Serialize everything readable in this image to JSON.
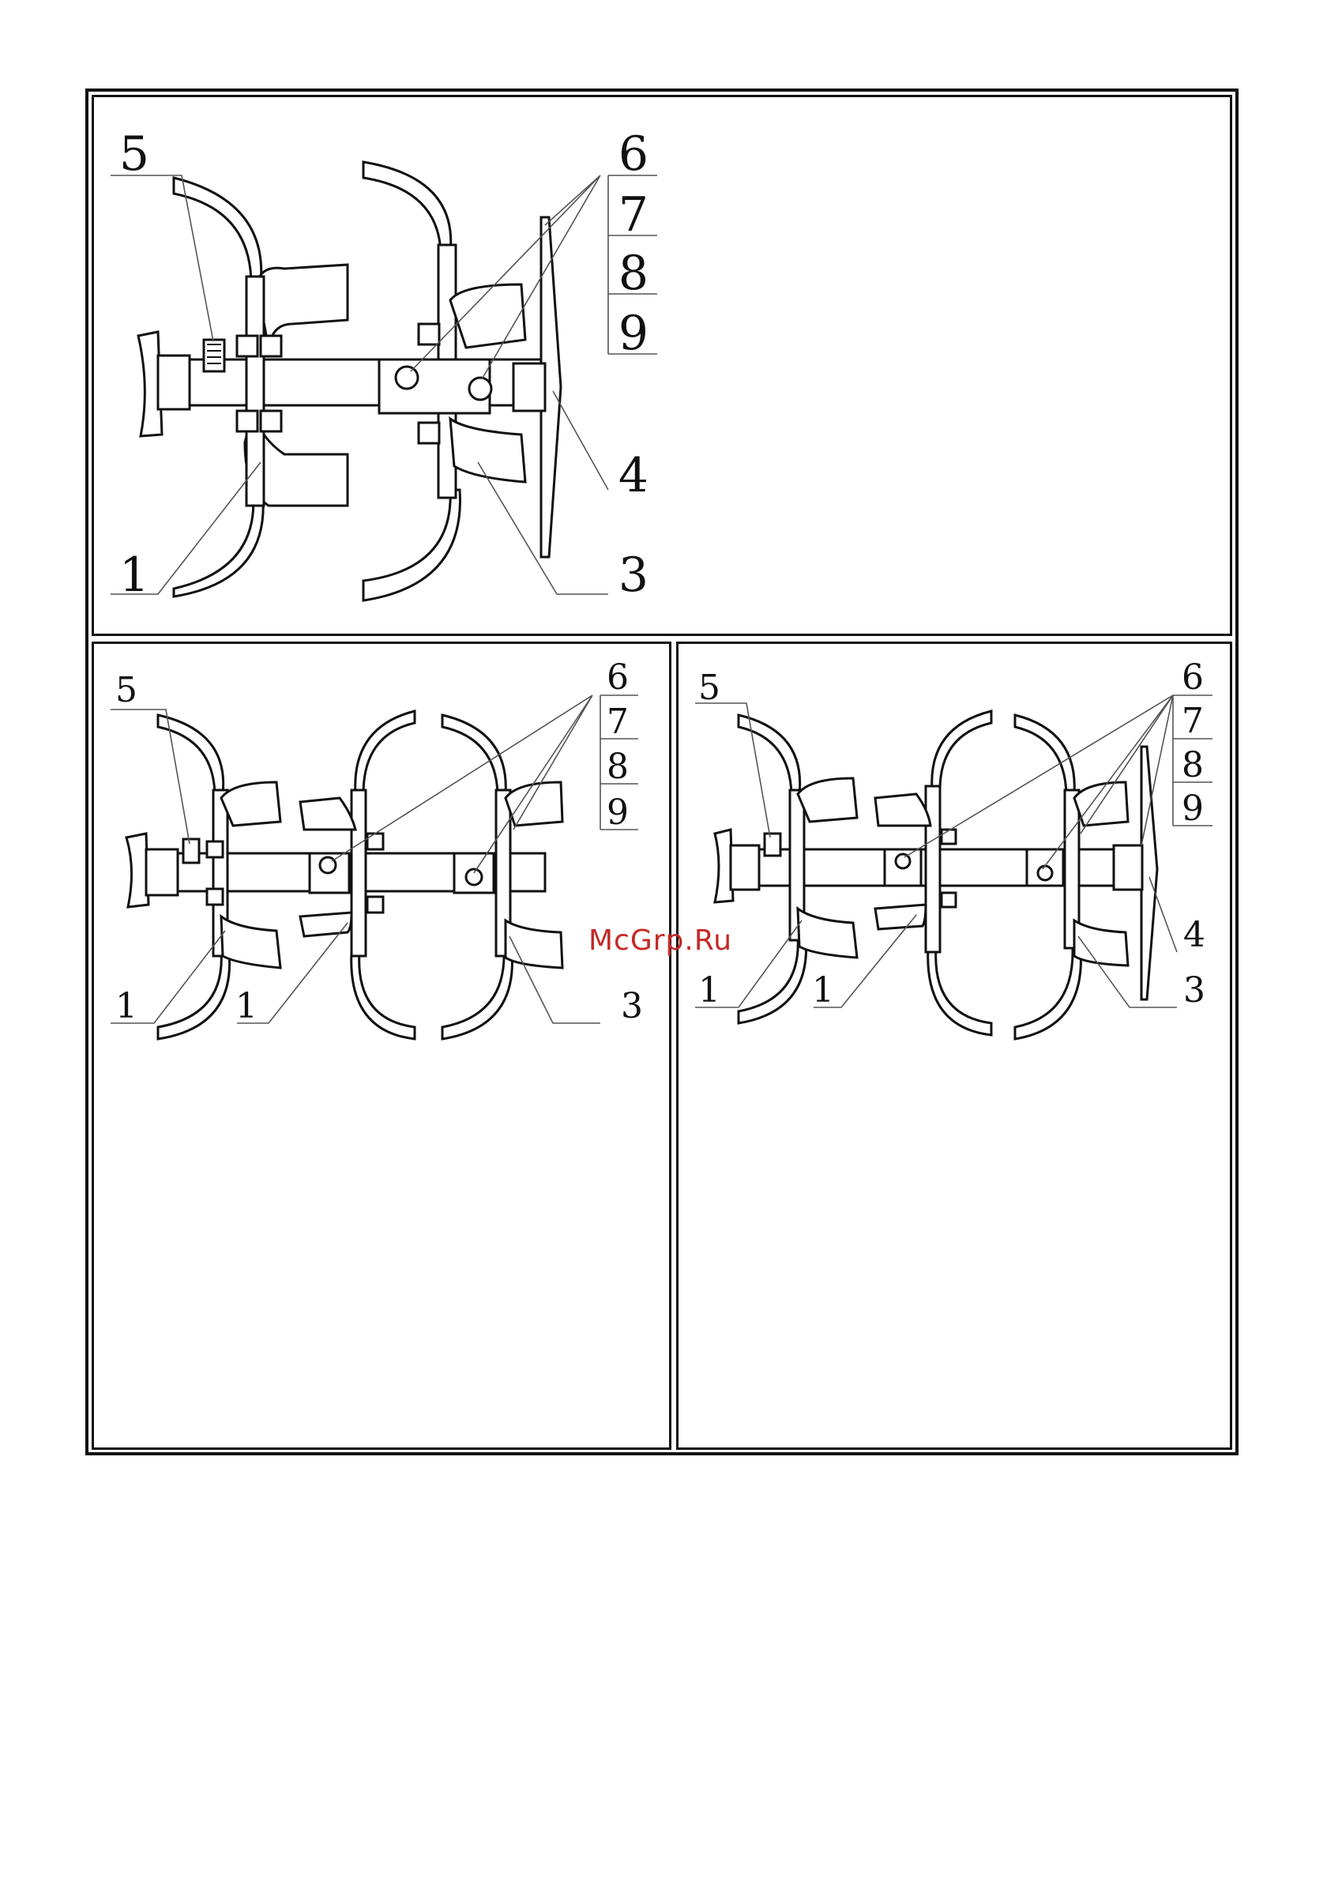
{
  "diagrams": {
    "top": {
      "callouts": [
        "5",
        "6",
        "7",
        "8",
        "9",
        "4",
        "3",
        "1"
      ]
    },
    "bottom_left": {
      "callouts": [
        "5",
        "6",
        "7",
        "8",
        "9",
        "1",
        "1",
        "3"
      ]
    },
    "bottom_right": {
      "callouts": [
        "5",
        "6",
        "7",
        "8",
        "9",
        "4",
        "1",
        "1",
        "3"
      ]
    }
  },
  "watermark": "McGrp.Ru",
  "colors": {
    "line": "#111111",
    "watermark": "#c62828",
    "paper": "#ffffff"
  }
}
